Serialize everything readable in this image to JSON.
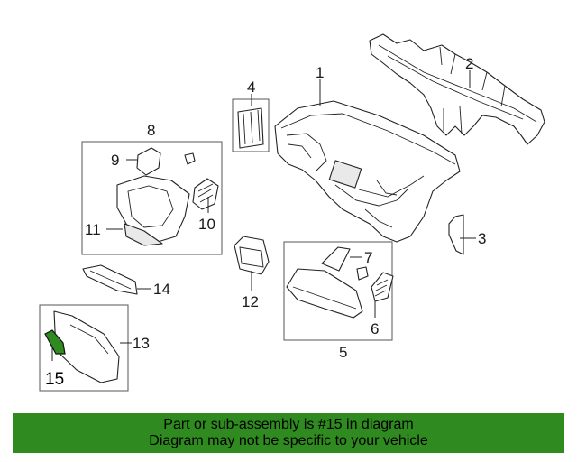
{
  "callouts": {
    "c1": "1",
    "c2": "2",
    "c3": "3",
    "c4": "4",
    "c5": "5",
    "c6": "6",
    "c7": "7",
    "c8": "8",
    "c9": "9",
    "c10": "10",
    "c11": "11",
    "c12": "12",
    "c13": "13",
    "c14": "14",
    "c15": "15"
  },
  "highlighted_part": "15",
  "colors": {
    "highlight": "#2f8a1f",
    "banner": "#2f8a1f"
  },
  "banner": {
    "line1": "Part or sub-assembly is #15 in diagram",
    "line2": "Diagram may not be specific to your vehicle"
  }
}
